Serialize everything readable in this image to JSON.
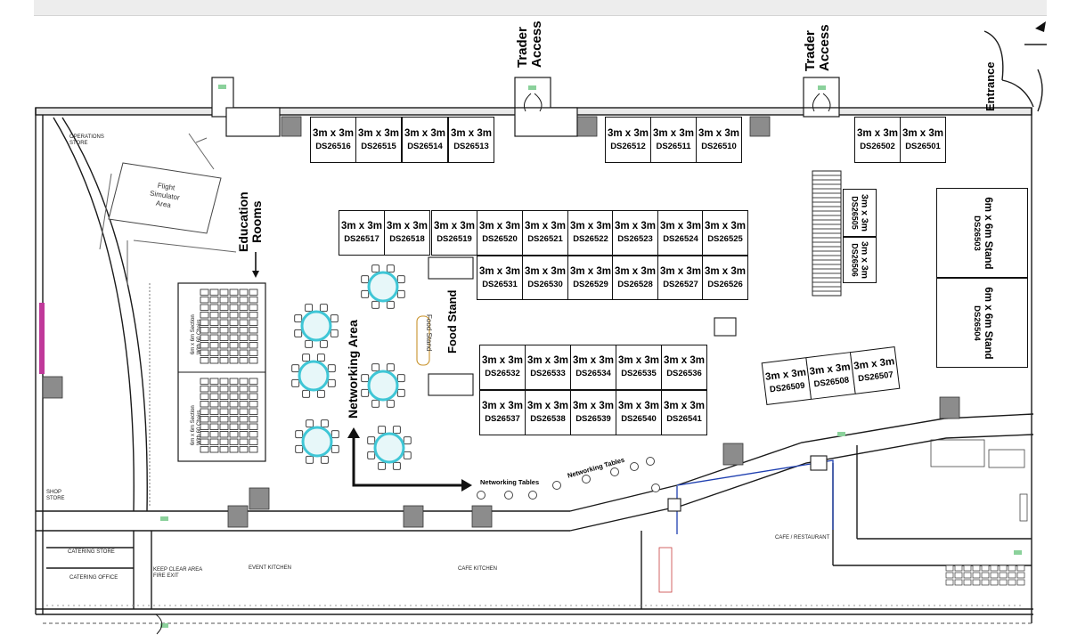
{
  "access": {
    "trader_left": [
      "Trader",
      "Access"
    ],
    "trader_right": [
      "Trader",
      "Access"
    ],
    "entrance": "Entrance"
  },
  "zones": {
    "education": [
      "Education",
      "Rooms"
    ],
    "networking_area": "Networking Area",
    "food_stand": "Food Stand",
    "networking_tables_1": "Networking Tables",
    "networking_tables_2": "Networking Tables",
    "flight_simulator": [
      "Flight",
      "Simulator",
      "Area"
    ],
    "education_section_1": [
      "6m x 6m Section",
      "With 60 Chairs"
    ],
    "education_section_2": [
      "6m x 6m Section",
      "With 60 Chairs"
    ]
  },
  "rooms": {
    "operations_store": [
      "OPERATIONS",
      "STORE"
    ],
    "shop_store": [
      "SHOP",
      "STORE"
    ],
    "catering_store": "CATERING STORE",
    "catering_office": "CATERING OFFICE",
    "keep_clear": [
      "KEEP CLEAR AREA",
      "FIRE EXIT"
    ],
    "event_kitchen": "EVENT KITCHEN",
    "cafe_kitchen": "CAFE KITCHEN",
    "cafe_restaurant": "CAFE / RESTAURANT",
    "food_stand_sign": "Food Stand"
  },
  "stands_top": [
    {
      "size": "3m x 3m",
      "id": "DS26516"
    },
    {
      "size": "3m x 3m",
      "id": "DS26515"
    },
    {
      "size": "3m x 3m",
      "id": "DS26514"
    },
    {
      "size": "3m x 3m",
      "id": "DS26513"
    },
    {
      "size": "3m x 3m",
      "id": "DS26512"
    },
    {
      "size": "3m x 3m",
      "id": "DS26511"
    },
    {
      "size": "3m x 3m",
      "id": "DS26510"
    },
    {
      "size": "3m x 3m",
      "id": "DS26502"
    },
    {
      "size": "3m x 3m",
      "id": "DS26501"
    }
  ],
  "stands_row_a": [
    {
      "size": "3m x 3m",
      "id": "DS26517"
    },
    {
      "size": "3m x 3m",
      "id": "DS26518"
    },
    {
      "size": "3m x 3m",
      "id": "DS26519"
    },
    {
      "size": "3m x 3m",
      "id": "DS26520"
    },
    {
      "size": "3m x 3m",
      "id": "DS26521"
    },
    {
      "size": "3m x 3m",
      "id": "DS26522"
    },
    {
      "size": "3m x 3m",
      "id": "DS26523"
    },
    {
      "size": "3m x 3m",
      "id": "DS26524"
    },
    {
      "size": "3m x 3m",
      "id": "DS26525"
    }
  ],
  "stands_row_b": [
    {
      "size": "3m x 3m",
      "id": "DS26531"
    },
    {
      "size": "3m x 3m",
      "id": "DS26530"
    },
    {
      "size": "3m x 3m",
      "id": "DS26529"
    },
    {
      "size": "3m x 3m",
      "id": "DS26528"
    },
    {
      "size": "3m x 3m",
      "id": "DS26527"
    },
    {
      "size": "3m x 3m",
      "id": "DS26526"
    }
  ],
  "stands_row_c": [
    {
      "size": "3m x 3m",
      "id": "DS26532"
    },
    {
      "size": "3m x 3m",
      "id": "DS26533"
    },
    {
      "size": "3m x 3m",
      "id": "DS26534"
    },
    {
      "size": "3m x 3m",
      "id": "DS26535"
    },
    {
      "size": "3m x 3m",
      "id": "DS26536"
    }
  ],
  "stands_row_d": [
    {
      "size": "3m x 3m",
      "id": "DS26537"
    },
    {
      "size": "3m x 3m",
      "id": "DS26538"
    },
    {
      "size": "3m x 3m",
      "id": "DS26539"
    },
    {
      "size": "3m x 3m",
      "id": "DS26540"
    },
    {
      "size": "3m x 3m",
      "id": "DS26541"
    }
  ],
  "stands_vertical": [
    {
      "size": "3m x 3m",
      "id": "DS26505"
    },
    {
      "size": "3m x 3m",
      "id": "DS26506"
    }
  ],
  "stands_large": [
    {
      "size": "6m x 6m Stand",
      "id": "DS26503"
    },
    {
      "size": "6m x 6m Stand",
      "id": "DS26504"
    }
  ],
  "stands_angled": [
    {
      "size": "3m x 3m",
      "id": "DS26509"
    },
    {
      "size": "3m x 3m",
      "id": "DS26508"
    },
    {
      "size": "3m x 3m",
      "id": "DS26507"
    }
  ],
  "colors": {
    "wall": "#1a1a1a",
    "table_fill": "#e7f7f9",
    "table_stroke": "#3fc6d6",
    "pillar": "#8c8c8c",
    "fire_exit": "#8bd19b",
    "entrance_accent": "#c0399a",
    "route_blue": "#1e3fb0"
  }
}
